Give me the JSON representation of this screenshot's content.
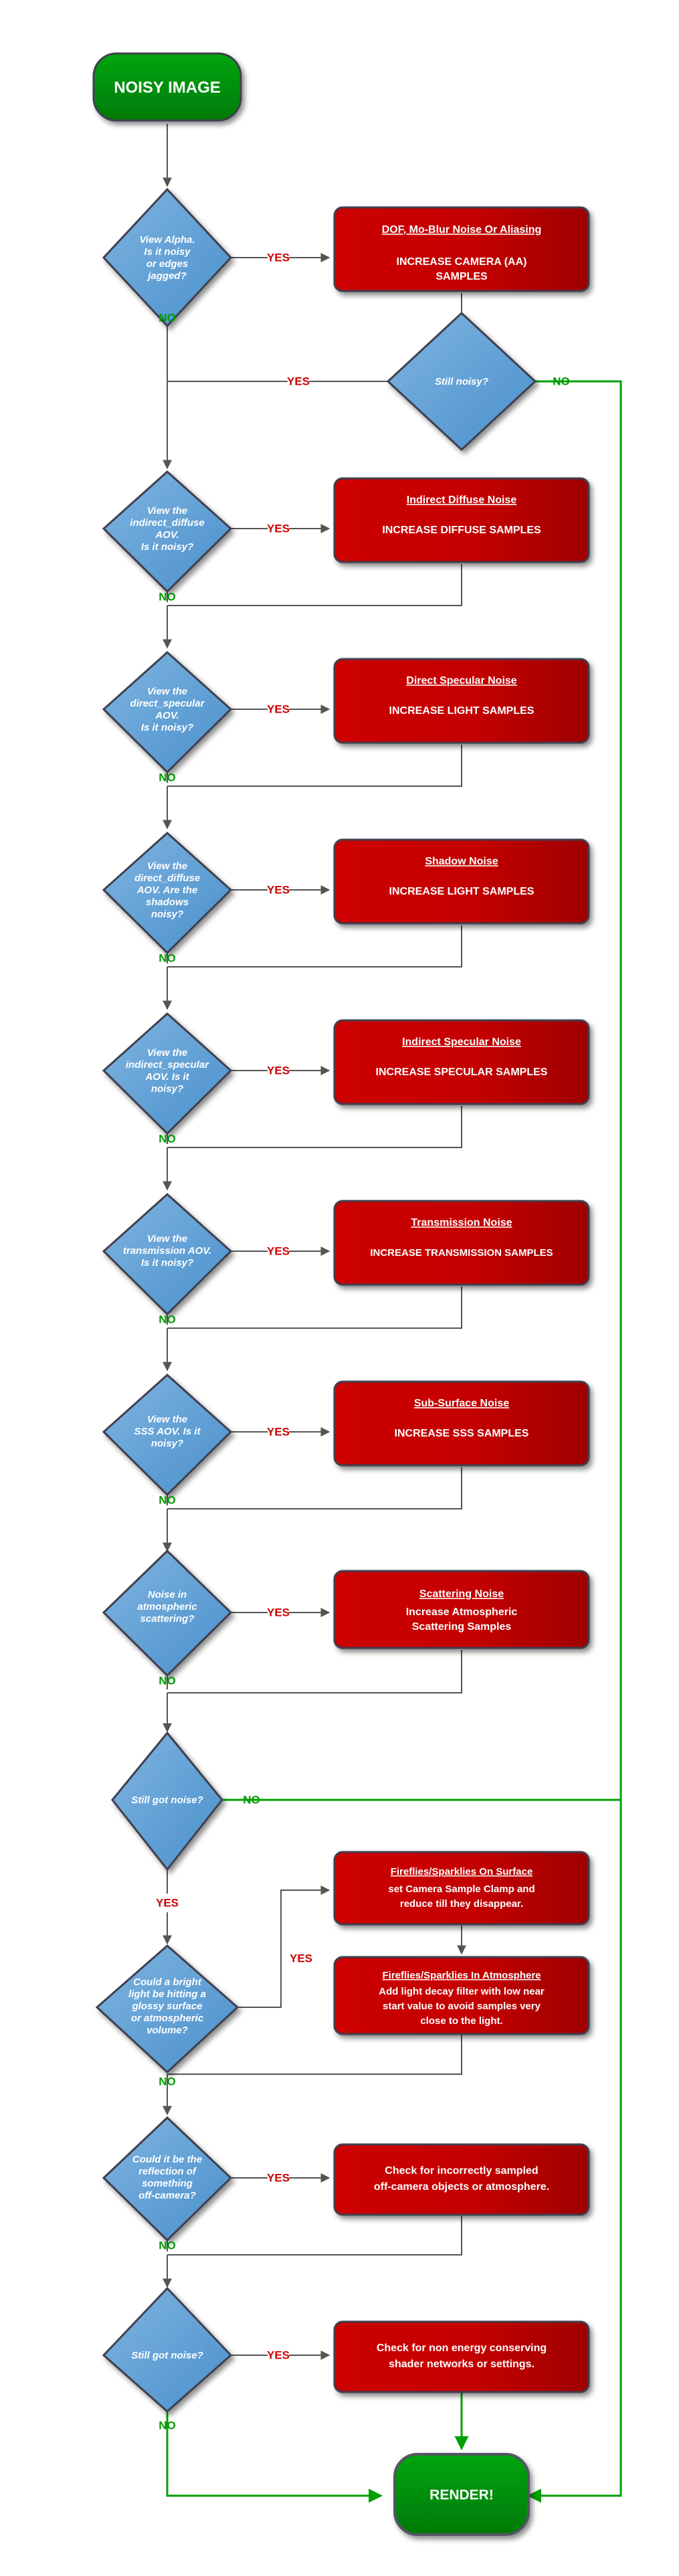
{
  "title": "Noise Troubleshooting Flowchart",
  "colors": {
    "terminator_fill": "#009900",
    "decision_fill": "#5b9bd5",
    "action_fill": "#cc0000",
    "yes_label": "#cc0000",
    "no_label": "#009900",
    "link_gray": "#555555",
    "link_green": "#00a000",
    "node_stroke": "#3f3f4f",
    "text_light": "#ffffff",
    "background": "#ffffff"
  },
  "edge_labels": {
    "yes": "YES",
    "no": "NO"
  },
  "nodes": {
    "start": {
      "type": "terminator",
      "label": "NOISY IMAGE"
    },
    "end": {
      "type": "terminator",
      "label": "RENDER!"
    },
    "d_alpha": {
      "type": "decision",
      "lines": [
        "View Alpha.",
        "Is it noisy",
        "or edges",
        "jagged?"
      ]
    },
    "a_alpha": {
      "type": "action",
      "title": "DOF, Mo-Blur Noise Or Aliasing",
      "body": [
        "INCREASE CAMERA (AA)",
        "SAMPLES"
      ]
    },
    "d_still_noisy": {
      "type": "decision",
      "lines": [
        "Still noisy?"
      ]
    },
    "d_indirect_diffuse": {
      "type": "decision",
      "lines": [
        "View the",
        "indirect_diffuse",
        "AOV.",
        "Is it noisy?"
      ]
    },
    "a_indirect_diffuse": {
      "type": "action",
      "title": "Indirect Diffuse Noise",
      "body": [
        "INCREASE DIFFUSE SAMPLES"
      ]
    },
    "d_direct_specular": {
      "type": "decision",
      "lines": [
        "View the",
        "direct_specular",
        "AOV.",
        "Is it noisy?"
      ]
    },
    "a_direct_specular": {
      "type": "action",
      "title": "Direct Specular Noise",
      "body": [
        "INCREASE LIGHT SAMPLES"
      ]
    },
    "d_direct_diffuse": {
      "type": "decision",
      "lines": [
        "View the",
        "direct_diffuse",
        "AOV. Are the",
        "shadows",
        "noisy?"
      ]
    },
    "a_shadow": {
      "type": "action",
      "title": "Shadow Noise",
      "body": [
        "INCREASE LIGHT SAMPLES"
      ]
    },
    "d_indirect_specular": {
      "type": "decision",
      "lines": [
        "View the",
        "indirect_specular",
        "AOV. Is it",
        "noisy?"
      ]
    },
    "a_indirect_specular": {
      "type": "action",
      "title": "Indirect Specular Noise",
      "body": [
        "INCREASE SPECULAR SAMPLES"
      ]
    },
    "d_transmission": {
      "type": "decision",
      "lines": [
        "View the",
        "transmission AOV.",
        "Is it noisy?"
      ]
    },
    "a_transmission": {
      "type": "action",
      "title": "Transmission Noise",
      "body": [
        "INCREASE TRANSMISSION SAMPLES"
      ]
    },
    "d_sss": {
      "type": "decision",
      "lines": [
        "View the",
        "SSS AOV. Is it",
        "noisy?"
      ]
    },
    "a_sss": {
      "type": "action",
      "title": "Sub-Surface Noise",
      "body": [
        "INCREASE SSS SAMPLES"
      ]
    },
    "d_scattering": {
      "type": "decision",
      "lines": [
        "Noise in",
        "atmospheric",
        "scattering?"
      ]
    },
    "a_scattering": {
      "type": "action",
      "title": "Scattering Noise",
      "body": [
        "Increase Atmospheric",
        "Scattering Samples"
      ]
    },
    "d_still_got_noise_1": {
      "type": "decision",
      "lines": [
        "Still got noise?"
      ]
    },
    "d_bright_light": {
      "type": "decision",
      "lines": [
        "Could a bright",
        "light be hitting a",
        "glossy surface",
        "or atmospheric",
        "volume?"
      ]
    },
    "a_fireflies_surface": {
      "type": "action",
      "title": "Fireflies/Sparklies On Surface",
      "body": [
        "set Camera Sample Clamp and",
        "reduce till they disappear."
      ]
    },
    "a_fireflies_atmosphere": {
      "type": "action",
      "title": "Fireflies/Sparklies In Atmosphere",
      "body": [
        "Add light decay filter with low near",
        "start value to avoid samples very",
        "close to the light."
      ]
    },
    "d_offcamera": {
      "type": "decision",
      "lines": [
        "Could it be the",
        "reflection of",
        "something",
        "off-camera?"
      ]
    },
    "a_offcamera": {
      "type": "action",
      "title": "",
      "body": [
        "Check for incorrectly sampled",
        "off-camera objects or atmosphere."
      ]
    },
    "d_still_got_noise_2": {
      "type": "decision",
      "lines": [
        "Still got noise?"
      ]
    },
    "a_shader": {
      "type": "action",
      "title": "",
      "body": [
        "Check for non energy conserving",
        "shader networks or settings."
      ]
    }
  }
}
